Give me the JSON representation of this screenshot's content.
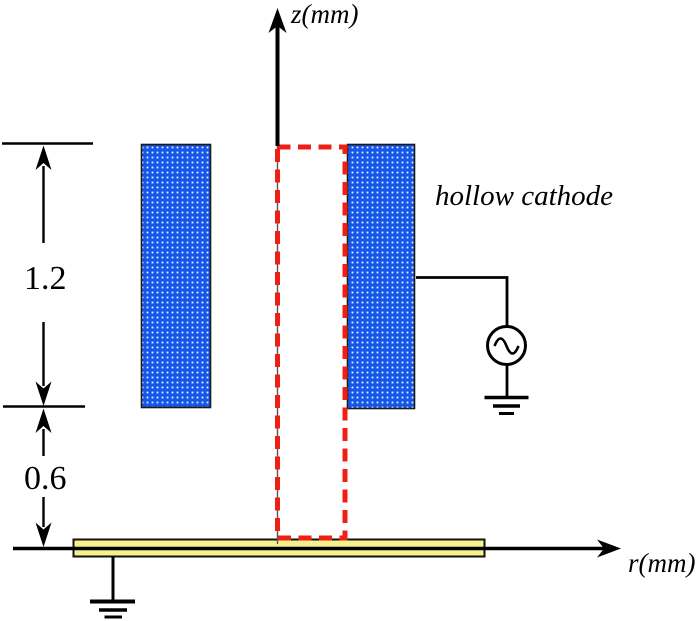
{
  "figure": {
    "axes": {
      "vertical_label": "z(mm)",
      "horizontal_label": "r(mm)"
    },
    "labels": {
      "cathode": "hollow cathode"
    },
    "dimensions": {
      "cathode_height": "1.2",
      "substrate_gap": "0.6"
    },
    "icons": {
      "ac_source": "ac-source-icon",
      "ground": "ground-icon"
    },
    "colors": {
      "cathode_blue": "#1457E8",
      "dot_white": "#FFFFFF",
      "domain_red": "#EE2016",
      "substrate_yellow": "#F6F18B",
      "ink": "#000000"
    }
  }
}
